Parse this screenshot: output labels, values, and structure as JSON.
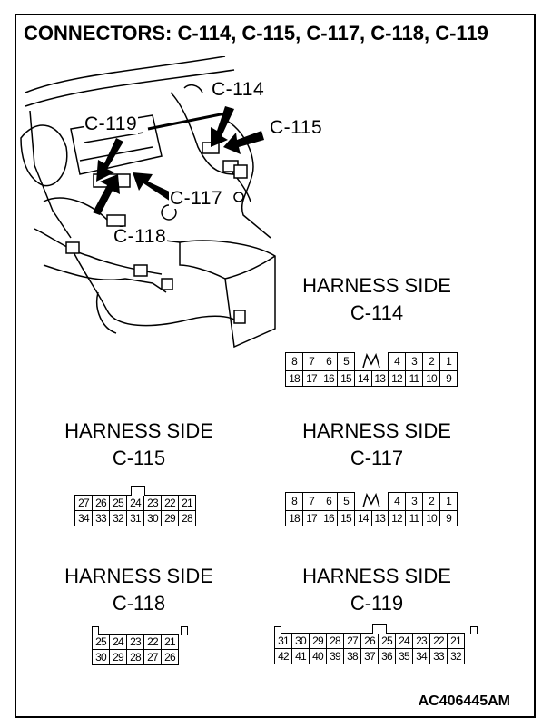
{
  "title": "CONNECTORS: C-114, C-115, C-117, C-118, C-119",
  "illustration": {
    "callouts": {
      "c114": "C-114",
      "c115": "C-115",
      "c117": "C-117",
      "c118": "C-118",
      "c119": "C-119"
    }
  },
  "panels": {
    "c114": {
      "heading": "HARNESS SIDE",
      "name": "C-114",
      "top_row": [
        "8",
        "7",
        "6",
        "5",
        "",
        "",
        "4",
        "3",
        "2",
        "1"
      ],
      "bottom_row": [
        "18",
        "17",
        "16",
        "15",
        "14",
        "13",
        "12",
        "11",
        "10",
        "9"
      ]
    },
    "c115": {
      "heading": "HARNESS SIDE",
      "name": "C-115",
      "top_row": [
        "27",
        "26",
        "25",
        "24",
        "23",
        "22",
        "21"
      ],
      "bottom_row": [
        "34",
        "33",
        "32",
        "31",
        "30",
        "29",
        "28"
      ]
    },
    "c117": {
      "heading": "HARNESS SIDE",
      "name": "C-117",
      "top_row": [
        "8",
        "7",
        "6",
        "5",
        "",
        "",
        "4",
        "3",
        "2",
        "1"
      ],
      "bottom_row": [
        "18",
        "17",
        "16",
        "15",
        "14",
        "13",
        "12",
        "11",
        "10",
        "9"
      ]
    },
    "c118": {
      "heading": "HARNESS SIDE",
      "name": "C-118",
      "top_row": [
        "25",
        "24",
        "23",
        "22",
        "21"
      ],
      "bottom_row": [
        "30",
        "29",
        "28",
        "27",
        "26"
      ]
    },
    "c119": {
      "heading": "HARNESS SIDE",
      "name": "C-119",
      "top_row": [
        "31",
        "30",
        "29",
        "28",
        "27",
        "26",
        "25",
        "24",
        "23",
        "22",
        "21"
      ],
      "bottom_row": [
        "42",
        "41",
        "40",
        "39",
        "38",
        "37",
        "36",
        "35",
        "34",
        "33",
        "32"
      ]
    }
  },
  "figure_code": "AC406445AM"
}
